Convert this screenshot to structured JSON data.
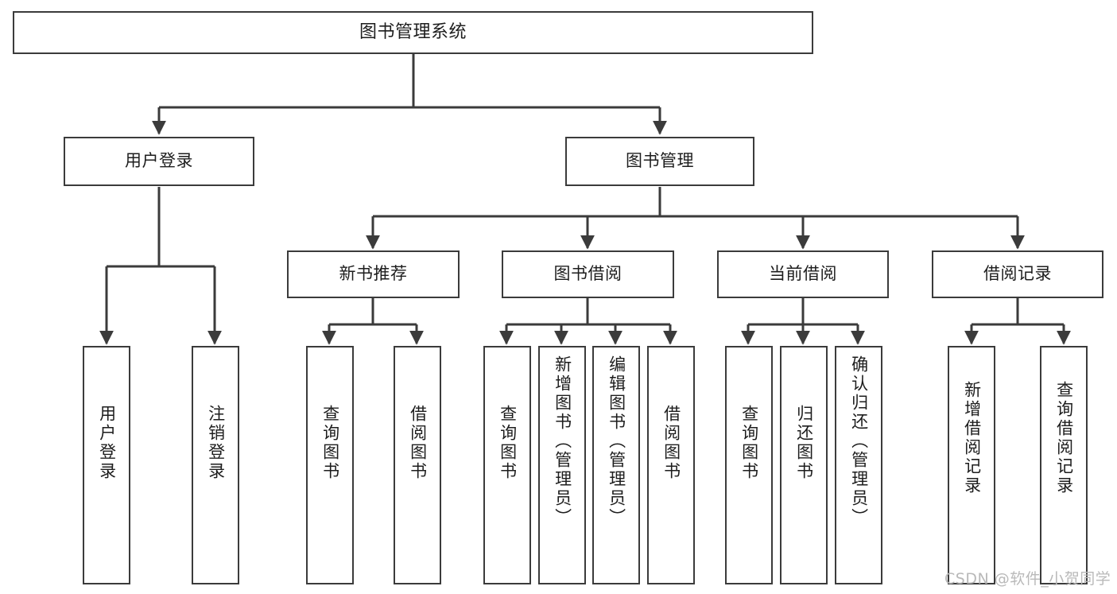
{
  "diagram": {
    "type": "tree",
    "title": "图书管理系统",
    "style": {
      "background": "#ffffff",
      "box_border": "#3b3b3b",
      "box_fill": "#ffffff",
      "text_color": "#1d1d1d",
      "edge_color": "#3b3b3b",
      "watermark_color": "#b9b9b9"
    },
    "root": {
      "label": "图书管理系统"
    },
    "level2": [
      {
        "id": "user-login",
        "label": "用户登录"
      },
      {
        "id": "book-manage",
        "label": "图书管理"
      }
    ],
    "level3": [
      {
        "id": "new-book-rec",
        "label": "新书推荐",
        "parent": "book-manage"
      },
      {
        "id": "book-borrow",
        "label": "图书借阅",
        "parent": "book-manage"
      },
      {
        "id": "current-borrow",
        "label": "当前借阅",
        "parent": "book-manage"
      },
      {
        "id": "borrow-record",
        "label": "借阅记录",
        "parent": "book-manage"
      }
    ],
    "leaves": [
      {
        "id": "leaf-user-login",
        "label": "用户登录",
        "parent": "user-login"
      },
      {
        "id": "leaf-user-logout",
        "label": "注销登录",
        "parent": "user-login"
      },
      {
        "id": "leaf-query-book-1",
        "label": "查询图书",
        "parent": "new-book-rec"
      },
      {
        "id": "leaf-borrow-book-1",
        "label": "借阅图书",
        "parent": "new-book-rec"
      },
      {
        "id": "leaf-query-book-2",
        "label": "查询图书",
        "parent": "book-borrow"
      },
      {
        "id": "leaf-add-book",
        "label": "新增图书（管理员）",
        "parent": "book-borrow"
      },
      {
        "id": "leaf-edit-book",
        "label": "编辑图书（管理员）",
        "parent": "book-borrow"
      },
      {
        "id": "leaf-borrow-book-2",
        "label": "借阅图书",
        "parent": "book-borrow"
      },
      {
        "id": "leaf-query-book-3",
        "label": "查询图书",
        "parent": "current-borrow"
      },
      {
        "id": "leaf-return-book",
        "label": "归还图书",
        "parent": "current-borrow"
      },
      {
        "id": "leaf-confirm-return",
        "label": "确认归还（管理员）",
        "parent": "current-borrow"
      },
      {
        "id": "leaf-add-record",
        "label": "新增借阅记录",
        "parent": "borrow-record"
      },
      {
        "id": "leaf-query-record",
        "label": "查询借阅记录",
        "parent": "borrow-record"
      }
    ],
    "watermark": "CSDN @软件_小贺同学"
  }
}
